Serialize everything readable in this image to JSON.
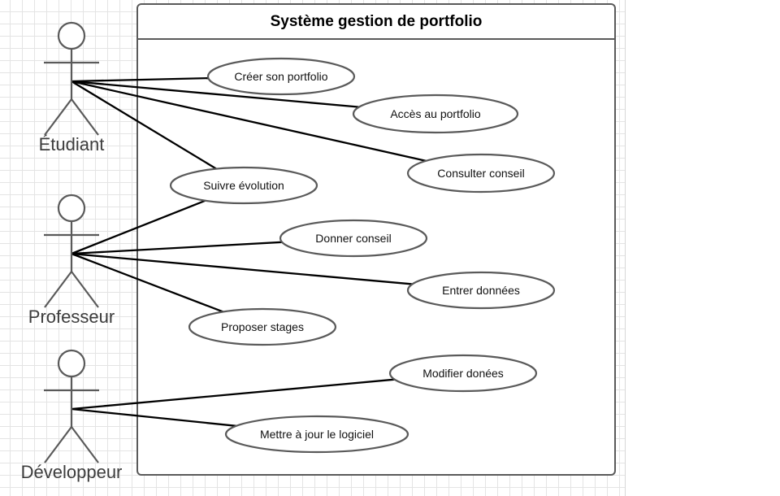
{
  "system": {
    "title": "Système gestion de portfolio"
  },
  "actors": [
    {
      "id": "etudiant",
      "label": "Étudiant"
    },
    {
      "id": "professeur",
      "label": "Professeur"
    },
    {
      "id": "developpeur",
      "label": "Développeur"
    }
  ],
  "use_cases": [
    {
      "id": "creer",
      "label": "Créer son portfolio"
    },
    {
      "id": "acces",
      "label": "Accès au portfolio"
    },
    {
      "id": "consulter",
      "label": "Consulter conseil"
    },
    {
      "id": "suivre",
      "label": "Suivre évolution"
    },
    {
      "id": "donner",
      "label": "Donner conseil"
    },
    {
      "id": "entrer",
      "label": "Entrer données"
    },
    {
      "id": "proposer",
      "label": "Proposer stages"
    },
    {
      "id": "modifier",
      "label": "Modifier donées"
    },
    {
      "id": "mettre",
      "label": "Mettre à jour le logiciel"
    }
  ],
  "associations": [
    [
      "etudiant",
      "creer"
    ],
    [
      "etudiant",
      "acces"
    ],
    [
      "etudiant",
      "consulter"
    ],
    [
      "etudiant",
      "suivre"
    ],
    [
      "professeur",
      "suivre"
    ],
    [
      "professeur",
      "donner"
    ],
    [
      "professeur",
      "entrer"
    ],
    [
      "professeur",
      "proposer"
    ],
    [
      "developpeur",
      "modifier"
    ],
    [
      "developpeur",
      "mettre"
    ]
  ],
  "colors": {
    "line": "#000000",
    "shape_stroke": "#5a5a5a",
    "actor_text": "#3c3c3c",
    "grid": "#e4e4e4"
  }
}
